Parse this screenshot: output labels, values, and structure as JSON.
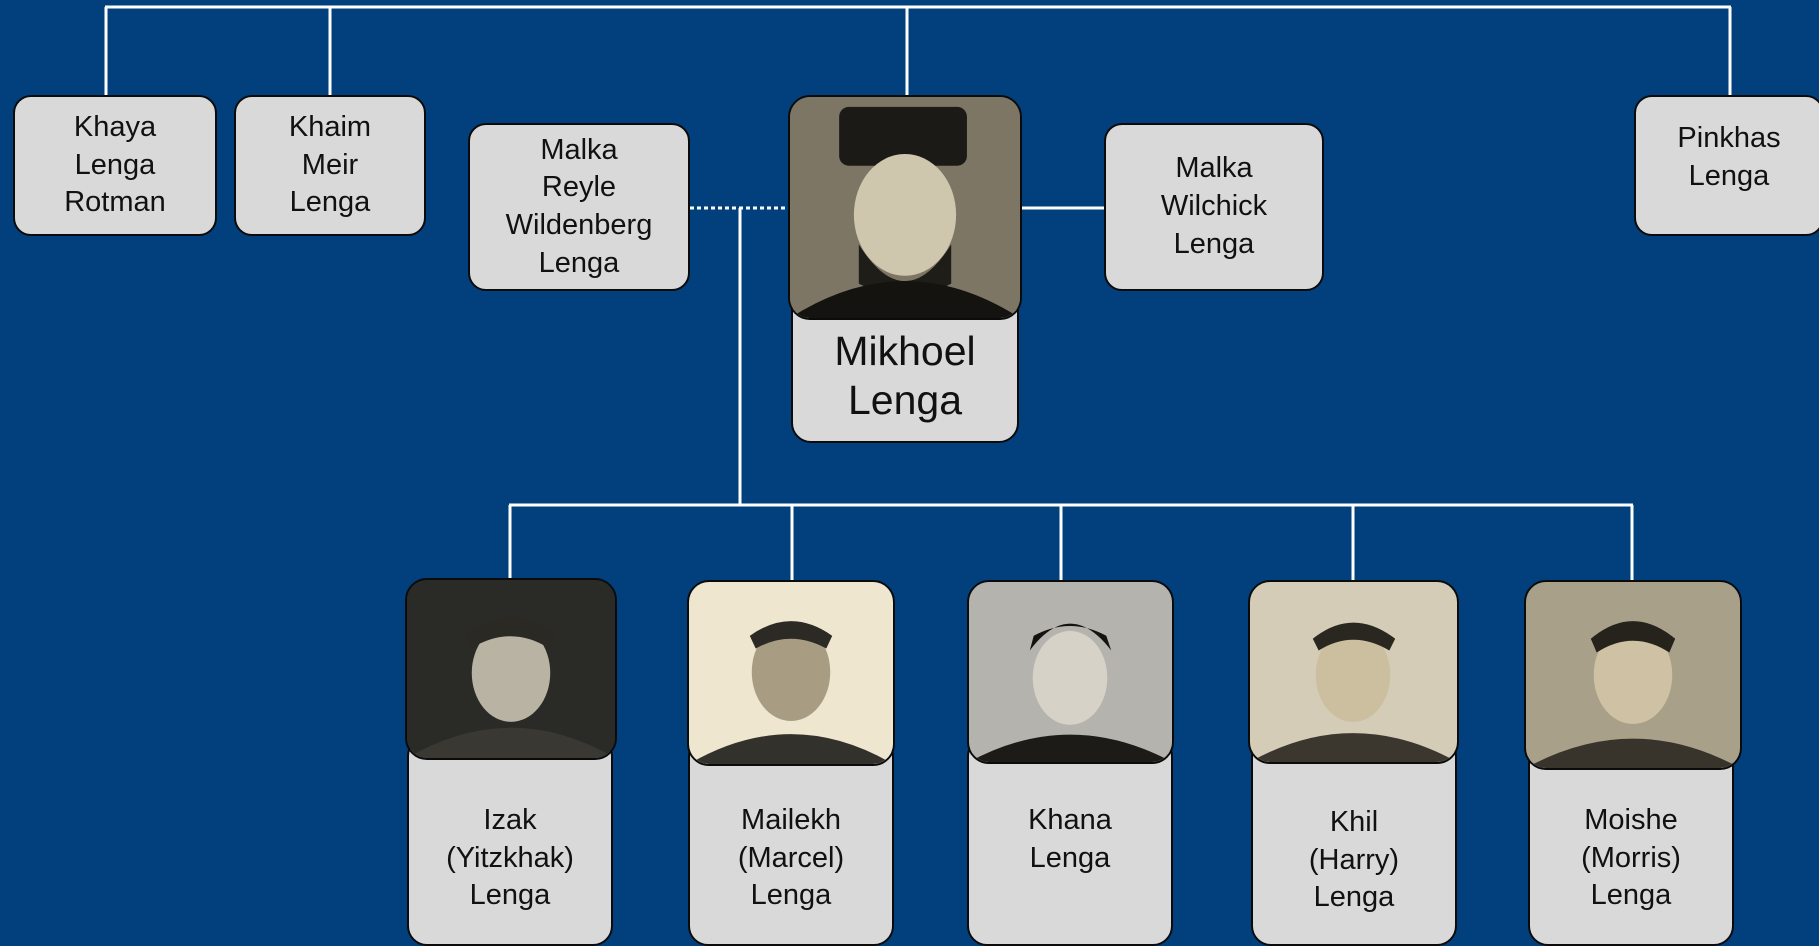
{
  "colors": {
    "background": "#01407c",
    "box_fill": "#d9d9d9",
    "line": "#ffffff"
  },
  "parents_generation": [
    {
      "lines": [
        "Khaya",
        "Lenga",
        "Rotman"
      ]
    },
    {
      "lines": [
        "Khaim",
        "Meir",
        "Lenga"
      ]
    },
    {
      "lines": [
        "Pinkhas",
        "Lenga"
      ]
    }
  ],
  "main_person": {
    "lines": [
      "Mikhoel",
      "Lenga"
    ]
  },
  "spouses": [
    {
      "lines": [
        "Malka",
        "Reyle",
        "Wildenberg",
        "Lenga"
      ]
    },
    {
      "lines": [
        "Malka",
        "Wilchick",
        "Lenga"
      ]
    }
  ],
  "children": [
    {
      "lines": [
        "Izak",
        "(Yitzkhak)",
        "Lenga"
      ]
    },
    {
      "lines": [
        "Mailekh",
        "(Marcel)",
        "Lenga"
      ]
    },
    {
      "lines": [
        "Khana",
        "Lenga"
      ]
    },
    {
      "lines": [
        "Khil",
        "(Harry)",
        "Lenga"
      ]
    },
    {
      "lines": [
        "Moishe",
        "(Morris)",
        "Lenga"
      ]
    }
  ]
}
